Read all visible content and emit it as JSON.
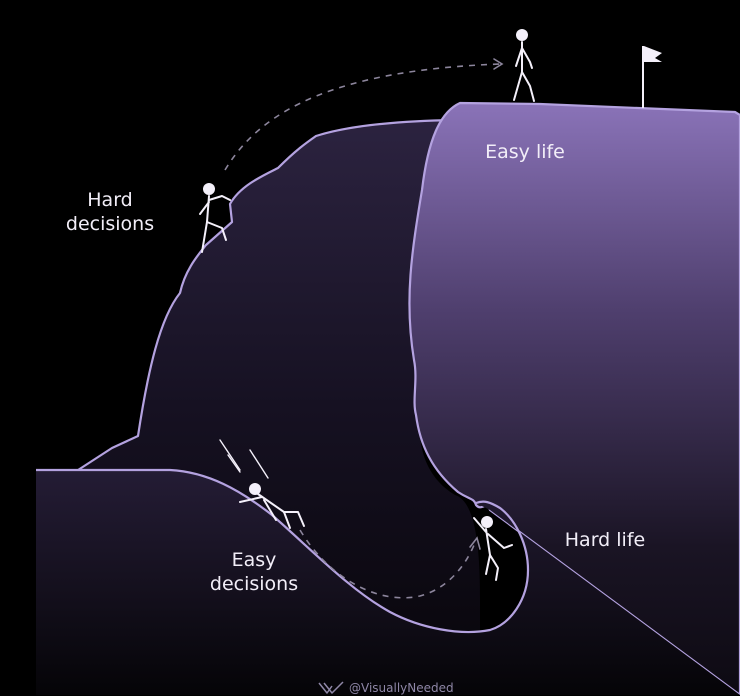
{
  "labels": {
    "hard_decisions": [
      "Hard",
      "decisions"
    ],
    "easy_life": "Easy life",
    "easy_decisions": [
      "Easy",
      "decisions"
    ],
    "hard_life": "Hard life"
  },
  "watermark": {
    "handle": "@VisuallyNeeded",
    "logo_icon": "checkmark-logo-icon"
  },
  "colors": {
    "background": "#000000",
    "outline": "#b4a2e0",
    "plateau_light": "#8a73b8",
    "plateau_dark": "#0d0a12",
    "figure": "#f4f0fa",
    "dashed_path": "#8c859c",
    "text": "#f2eef8"
  }
}
